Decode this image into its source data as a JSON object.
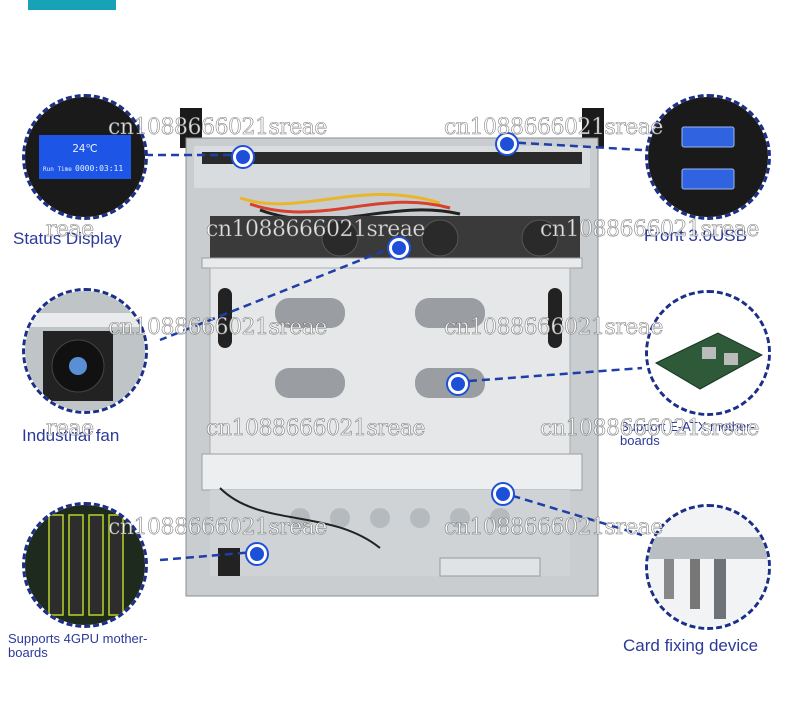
{
  "labels": {
    "status_display": "Status Display",
    "industrial_fan": "Industrial fan",
    "supports_4gpu_line1": "Supports 4GPU mother-",
    "supports_4gpu_line2": "boards",
    "front_usb": "Front 3.0USB",
    "eatx_line1": "Support E-ATX mother-",
    "eatx_line2": "boards",
    "card_fixing": "Card fixing device"
  },
  "lcd": {
    "temp": "24℃",
    "run_time_label": "Run Time",
    "run_time": "0000:03:11"
  },
  "watermark": {
    "text": "cn1088666021sreae",
    "short": "reae"
  },
  "colors": {
    "callout_border": "#1b2f8a",
    "dot": "#1e4fd8",
    "label": "#2b3a9a",
    "accent_bar": "#17a2b8",
    "lcd_bg": "#1d56e6"
  }
}
